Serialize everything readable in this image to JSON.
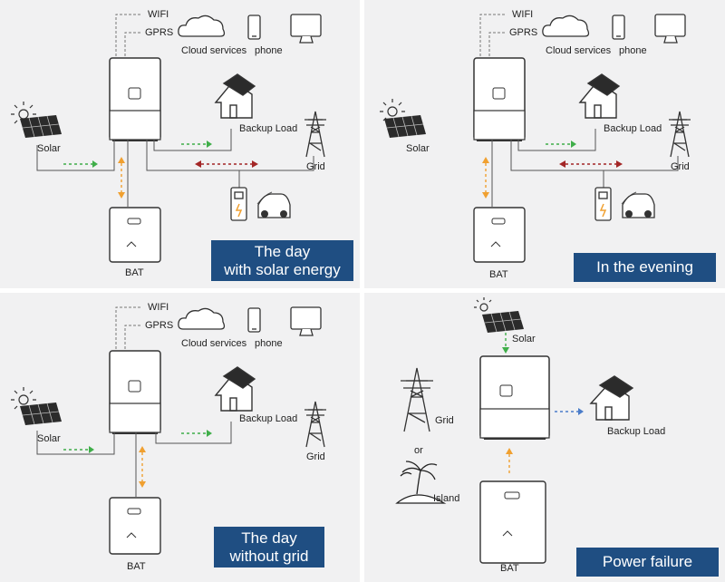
{
  "panels": [
    {
      "caption_lines": [
        "The day",
        "with solar energy"
      ],
      "labels": {
        "wifi": "WIFI",
        "gprs": "GPRS",
        "cloud": "Cloud services",
        "phone": "phone",
        "solar": "Solar",
        "backup": "Backup Load",
        "grid": "Grid",
        "bat": "BAT"
      },
      "flows": {
        "solar": "green",
        "backup": "green",
        "grid": "bidirectional-red",
        "battery": "bidirectional-orange"
      },
      "has_ev_charger": true
    },
    {
      "caption_lines": [
        "In the evening"
      ],
      "labels": {
        "wifi": "WIFI",
        "gprs": "GPRS",
        "cloud": "Cloud services",
        "phone": "phone",
        "solar": "Solar",
        "backup": "Backup Load",
        "grid": "Grid",
        "bat": "BAT"
      },
      "flows": {
        "backup": "green",
        "grid": "bidirectional-red",
        "battery": "bidirectional-orange"
      },
      "has_ev_charger": true
    },
    {
      "caption_lines": [
        "The day",
        "without grid"
      ],
      "labels": {
        "wifi": "WIFI",
        "gprs": "GPRS",
        "cloud": "Cloud services",
        "phone": "phone",
        "solar": "Solar",
        "backup": "Backup Load",
        "grid": "Grid",
        "bat": "BAT"
      },
      "flows": {
        "solar": "green",
        "backup": "green",
        "battery": "bidirectional-orange"
      },
      "has_ev_charger": false
    },
    {
      "caption_lines": [
        "Power failure"
      ],
      "labels": {
        "solar": "Solar",
        "grid": "Grid",
        "or": "or",
        "island": "Island",
        "backup": "Backup Load",
        "bat": "BAT"
      },
      "flows": {
        "solar": "green-down",
        "backup": "blue",
        "battery": "orange-up"
      }
    }
  ],
  "colors": {
    "banner": "#1f4e82",
    "panel_bg": "#f1f1f2",
    "green_arrow": "#3fae49",
    "red_arrow": "#a32626",
    "orange_arrow": "#f0a030",
    "blue_arrow": "#4a7cc9",
    "line": "#555555"
  },
  "icons": [
    "sun-icon",
    "solar-panel-icon",
    "inverter-icon",
    "battery-icon",
    "house-icon",
    "grid-tower-icon",
    "cloud-icon",
    "phone-icon",
    "monitor-icon",
    "ev-charger-icon",
    "car-icon",
    "island-icon"
  ]
}
